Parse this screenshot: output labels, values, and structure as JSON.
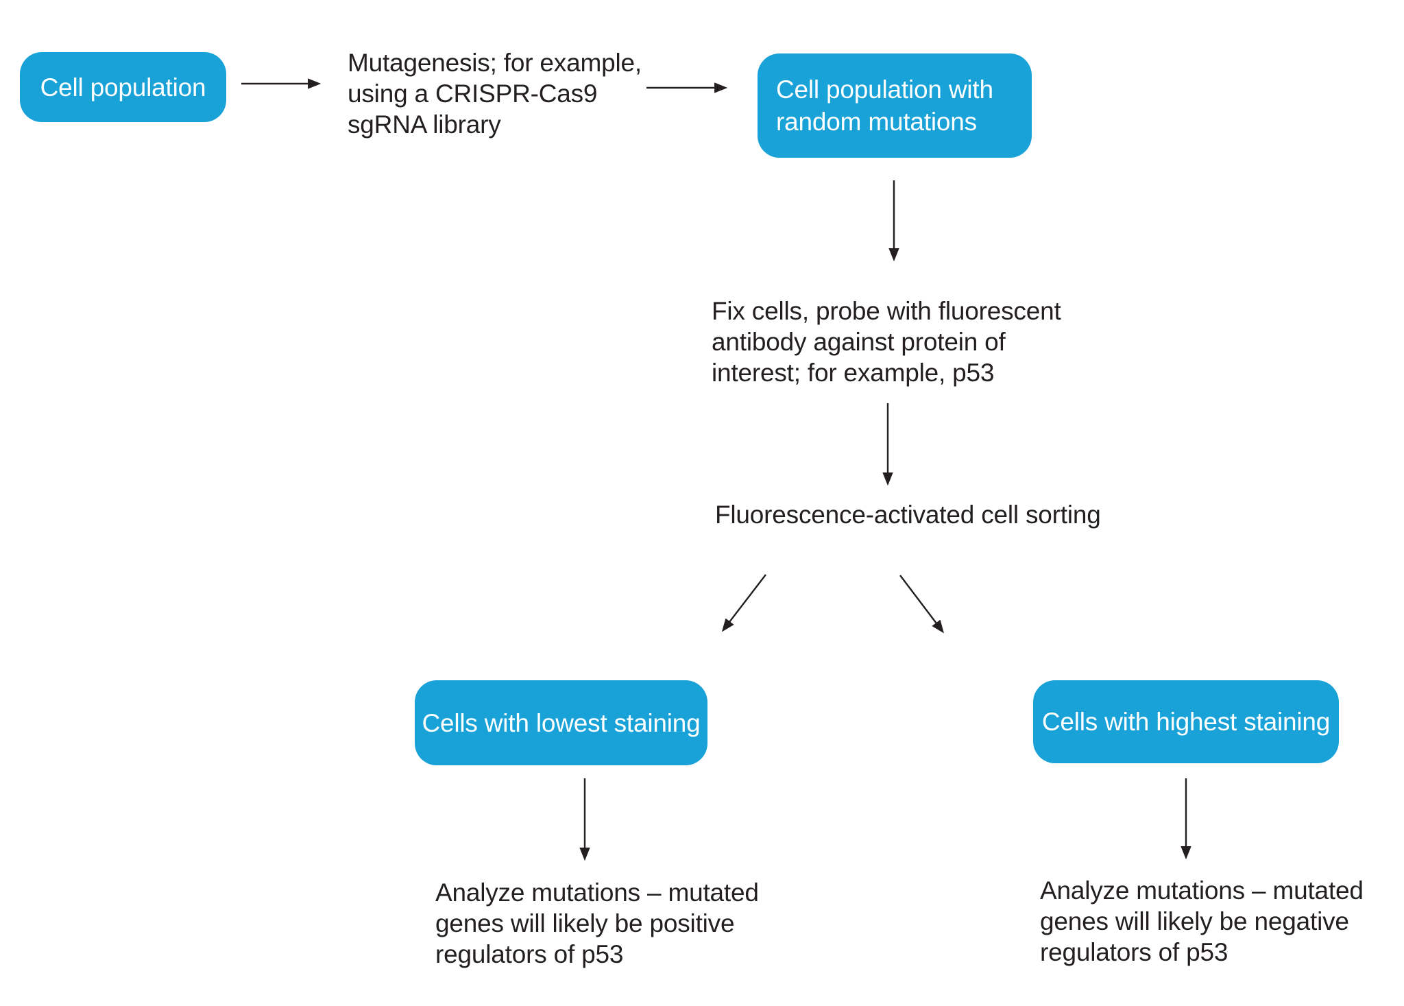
{
  "figure": {
    "type": "flowchart"
  },
  "colors": {
    "node_fill": "#18a2d8",
    "node_text": "#ffffff",
    "label_text": "#231f20",
    "arrow": "#231f20",
    "background": "#ffffff"
  },
  "nodes": {
    "cell_population": {
      "label": "Cell population"
    },
    "cell_population_random_mutations": {
      "lines": [
        "Cell population with",
        "random mutations"
      ]
    },
    "cells_lowest_staining": {
      "label": "Cells with lowest staining"
    },
    "cells_highest_staining": {
      "label": "Cells with highest staining"
    }
  },
  "labels": {
    "mutagenesis": {
      "lines": [
        "Mutagenesis; for example,",
        "using a CRISPR-Cas9",
        "sgRNA library"
      ]
    },
    "fix_cells": {
      "lines": [
        "Fix cells, probe with fluorescent",
        "antibody against protein of",
        "interest; for example, p53"
      ]
    },
    "facs": {
      "text": "Fluorescence-activated cell sorting"
    },
    "analyze_positive": {
      "lines": [
        "Analyze mutations – mutated",
        "genes will likely be positive",
        "regulators of p53"
      ]
    },
    "analyze_negative": {
      "lines": [
        "Analyze mutations – mutated",
        "genes will likely be negative",
        "regulators of p53"
      ]
    }
  }
}
